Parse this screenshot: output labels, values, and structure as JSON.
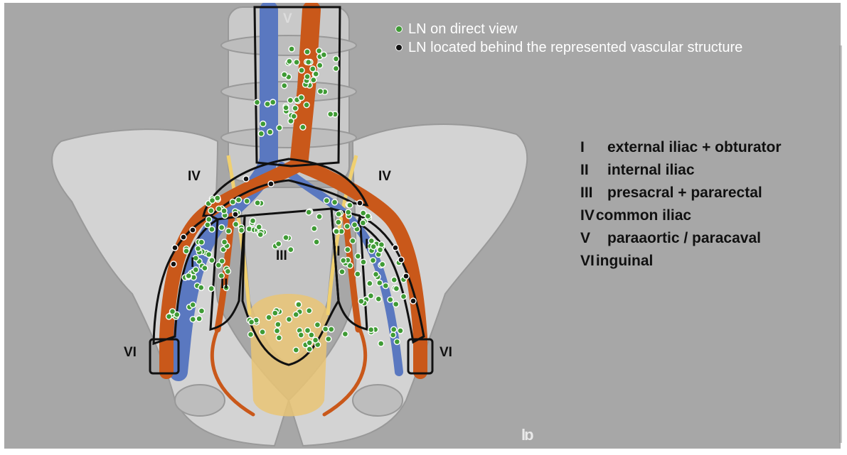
{
  "legend": {
    "direct": "LN on direct view",
    "behind": "LN located behind the represented vascular structure"
  },
  "regions": [
    {
      "numeral": "I",
      "label": "external iliac + obturator"
    },
    {
      "numeral": "II",
      "label": "internal iliac"
    },
    {
      "numeral": "III",
      "label": "presacral + pararectal"
    },
    {
      "numeral": "IV",
      "label": "common iliac"
    },
    {
      "numeral": "V",
      "label": "paraaortic / paracaval"
    },
    {
      "numeral": "VI",
      "label": "inguinal"
    }
  ],
  "zone_labels": {
    "v": "V",
    "iv_left": "IV",
    "iv_right": "IV",
    "iii": "III",
    "ii_left": "II",
    "ii_right": "II",
    "i_left": "I",
    "i_right": "I",
    "vi_left": "VI",
    "vi_right": "VI"
  },
  "colors": {
    "background": "#a7a7a7",
    "bone": "#d3d3d3",
    "artery": "#c9581a",
    "vein": "#5a78c0",
    "node_direct": "#3f9b35",
    "node_behind": "#111111",
    "bladder": "#e9c474"
  }
}
